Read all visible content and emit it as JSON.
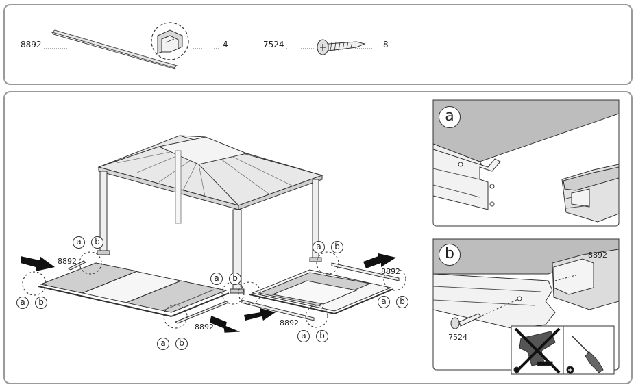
{
  "parts": {
    "profile_code": "8892",
    "profile_qty": "4",
    "screw_code": "7524",
    "screw_qty": "8"
  },
  "assembly": {
    "part_code": "8892",
    "detail_a": "a",
    "detail_b": "b"
  },
  "details": {
    "a_label": "a",
    "b_label": "b",
    "b_part_code": "8892",
    "b_screw_code": "7524"
  }
}
